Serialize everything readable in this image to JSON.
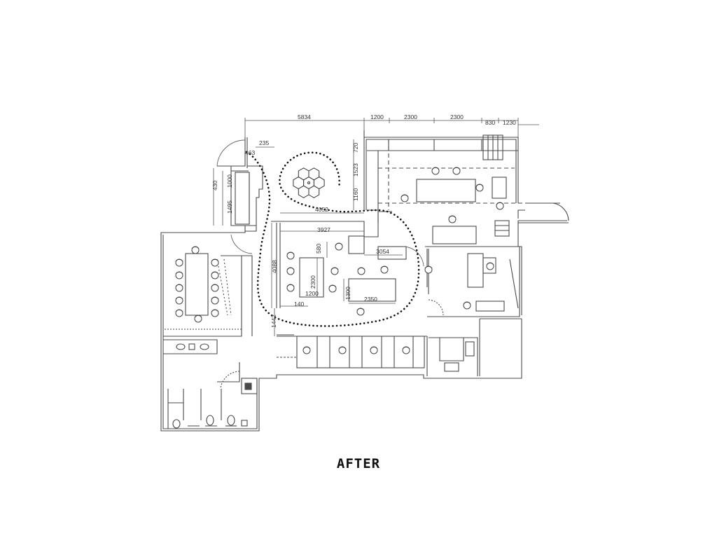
{
  "caption": "AFTER",
  "dimensions": {
    "top_5834": "5834",
    "top_1200": "1200",
    "top_2300a": "2300",
    "top_2300b": "2300",
    "top_830": "830",
    "top_1230": "1230",
    "d_235": "235",
    "d_463": "463",
    "d_430": "430",
    "d_1000": "1000",
    "d_1495": "1495",
    "d_720": "720",
    "d_1523": "1523",
    "d_1160": "1160",
    "d_4052": "4052",
    "d_3927": "3927",
    "d_3054": "3054",
    "d_4088": "4088",
    "d_580": "580",
    "d_2300": "2300",
    "d_1200": "1200",
    "d_1300": "1300",
    "d_2350": "2350",
    "d_140": "140",
    "d_1442": "1442"
  },
  "colors": {
    "wall": "#4a4a4a",
    "line": "#777777",
    "dim": "#555555",
    "path": "#111111"
  }
}
